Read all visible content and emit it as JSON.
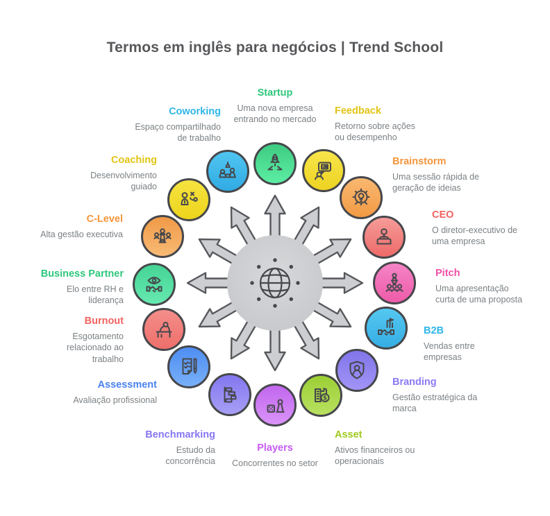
{
  "title": "Termos em inglês para negócios | Trend School",
  "hub": {
    "icon": "globe-icon",
    "arrow_count": 12,
    "fill": "#cdcfd2",
    "arrow_fill": "#ccced1",
    "outline": "#57585c"
  },
  "colors": {
    "background": "#ffffff",
    "title_text": "#56575a",
    "description_text": "#7b8084",
    "line_art": "#46474b"
  },
  "terms": [
    {
      "label": "Startup",
      "desc": "Uma nova empresa\nentrando no mercado",
      "label_color": "#2fc77c",
      "circle_colors": [
        "#3ecb81",
        "#5ceea4"
      ],
      "icon": "rocket-launch-icon"
    },
    {
      "label": "Feedback",
      "desc": "Retorno sobre ações\nou desempenho",
      "label_color": "#e3c414",
      "circle_colors": [
        "#f7e54a",
        "#eed322"
      ],
      "icon": "person-speech-chart-icon"
    },
    {
      "label": "Brainstorm",
      "desc": "Uma sessão rápida de\ngeração de ideias",
      "label_color": "#f5953a",
      "circle_colors": [
        "#f9b870",
        "#f29a44"
      ],
      "icon": "gear-lightbulb-icon"
    },
    {
      "label": "CEO",
      "desc": "O diretor-executivo de\numa empresa",
      "label_color": "#f2625f",
      "circle_colors": [
        "#f59c9a",
        "#ee6b68"
      ],
      "icon": "executive-desk-icon"
    },
    {
      "label": "Pitch",
      "desc": "Uma apresentação\ncurta de uma proposta",
      "label_color": "#f04ea6",
      "circle_colors": [
        "#f584c6",
        "#ee5ba8"
      ],
      "icon": "presenter-audience-icon"
    },
    {
      "label": "B2B",
      "desc": "Vendas entre\nempresas",
      "label_color": "#30b6e8",
      "circle_colors": [
        "#55c8f0",
        "#35aee4"
      ],
      "icon": "handshake-building-icon"
    },
    {
      "label": "Branding",
      "desc": "Gestão estratégica da\nmarca",
      "label_color": "#8a79f3",
      "circle_colors": [
        "#8175ea",
        "#a294f6"
      ],
      "icon": "shield-person-icon"
    },
    {
      "label": "Asset",
      "desc": "Ativos financeiros ou\noperacionais",
      "label_color": "#a0ca1e",
      "circle_colors": [
        "#9ccf35",
        "#b8e160"
      ],
      "icon": "building-dollar-icon"
    },
    {
      "label": "Players",
      "desc": "Concorrentes no setor",
      "label_color": "#c55cf2",
      "circle_colors": [
        "#c167ee",
        "#da93f8"
      ],
      "icon": "pawn-dice-icon"
    },
    {
      "label": "Benchmarking",
      "desc": "Estudo da\nconcorrência",
      "label_color": "#8677f2",
      "circle_colors": [
        "#8277ef",
        "#a79ff6"
      ],
      "icon": "gantt-bars-icon"
    },
    {
      "label": "Assessment",
      "desc": "Avaliação profissional",
      "label_color": "#4a82f0",
      "circle_colors": [
        "#4e8df2",
        "#78b0f8"
      ],
      "icon": "checklist-pen-icon"
    },
    {
      "label": "Burnout",
      "desc": "Esgotamento\nrelacionado ao\ntrabalho",
      "label_color": "#f2625f",
      "circle_colors": [
        "#f48e8a",
        "#ee6f6b"
      ],
      "icon": "slumped-desk-icon"
    },
    {
      "label": "Business Partner",
      "desc": "Elo entre RH e\nliderança",
      "label_color": "#2fc77c",
      "circle_colors": [
        "#45d495",
        "#66e9b0"
      ],
      "icon": "eye-handshake-icon"
    },
    {
      "label": "C-Level",
      "desc": "Alta gestão executiva",
      "label_color": "#f5953a",
      "circle_colors": [
        "#f09a48",
        "#f8ba74"
      ],
      "icon": "meeting-table-icon"
    },
    {
      "label": "Coaching",
      "desc": "Desenvolvimento\nguiado",
      "label_color": "#e3c414",
      "circle_colors": [
        "#f5e340",
        "#edd41c"
      ],
      "icon": "person-strategy-icon"
    },
    {
      "label": "Coworking",
      "desc": "Espaço compartilhado\nde trabalho",
      "label_color": "#30b6e8",
      "circle_colors": [
        "#50c5f0",
        "#30abe3"
      ],
      "icon": "shared-desk-icon"
    }
  ]
}
